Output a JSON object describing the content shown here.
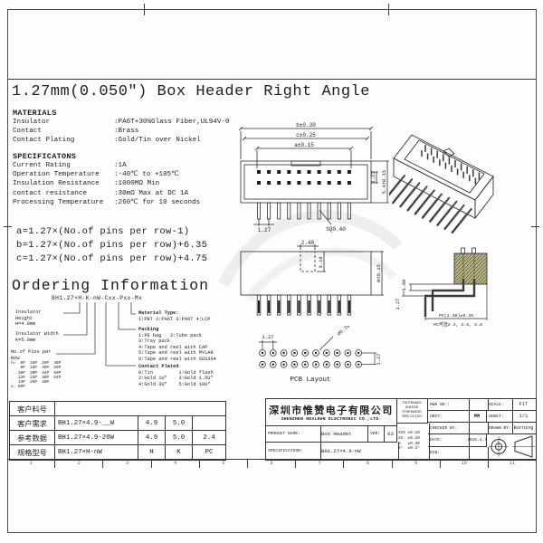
{
  "sheet": {
    "title": "1.27mm(0.050″) Box Header Right Angle"
  },
  "materials": {
    "heading": "MATERIALS",
    "rows": [
      {
        "label": "Insulator",
        "value": ":PA6T+30%Glass Fiber,UL94V-0"
      },
      {
        "label": "Contact",
        "value": ":Brass"
      },
      {
        "label": "Contact Plating",
        "value": ":Gold/Tin over Nickel"
      }
    ]
  },
  "specifications": {
    "heading": "SPECIFICATONS",
    "rows": [
      {
        "label": "Current Rating",
        "value": ":1A"
      },
      {
        "label": "Operation Temperature",
        "value": ":-40℃ to +105℃"
      },
      {
        "label": "Insulation Resistance",
        "value": ":1000MΩ Min"
      },
      {
        "label": "contact resistance",
        "value": ":30mΩ Max at DC 1A"
      },
      {
        "label": "Processing Temperature",
        "value": ":260℃ for 10 seconds"
      }
    ]
  },
  "formulas": {
    "a": "a=1.27×(No.of pins per row-1)",
    "b": "b=1.27×(No.of pins per row)+6.35",
    "c": "c=1.27×(No.of pins per row)+4.75"
  },
  "ordering": {
    "heading": "Ordering Information",
    "part_code": "BH1.27×H-K-nW-Cxx-Pxx-Mx",
    "height_label": "Insulator Height",
    "height_value": "H=4.9mm",
    "width_label": "Insulator Width",
    "width_value": "K=5.0mm",
    "pins_label": "No.of Pins per Row",
    "pins_lines": [
      "n=  6P  16P  26P  40P",
      "    8P  18P  30P  50P",
      "   10P  20P  34P  60P",
      "   12P  24P  36P  64P",
      "   14P  26P  40P",
      "x: 80P"
    ],
    "material_type_heading": "Material Type:",
    "material_type_options": "1:PBT 2:PA6T 3:PA9T 4:LCP",
    "packing_heading": "Packing",
    "packing_options": [
      "1:PE bag   2:Tube pack",
      "3:Tray pack",
      "4:Tape and reel with CAP",
      "5:Tape and reel with MYLAR",
      "6:Tape and reel with SUS304"
    ],
    "plating_heading": "Contact Plated",
    "plating_options": [
      "0:Tin         1:Gold flash",
      "2:Gold 1U\"    3:Gold 1.5U\"",
      "4:Gold 3U\"    5:Gold 10U\""
    ]
  },
  "drawing": {
    "front": {
      "dim_b": "b±0.30",
      "dim_c": "c±0.25",
      "dim_a": "a±0.15",
      "dim_pitch": "1.27",
      "dim_pin": "SQ0.40",
      "dim_row": "1.27",
      "dim_height": "5.4±0.15"
    },
    "top": {
      "dim_slot_w": "2.40",
      "dim_slot_h": "3.18",
      "dim_height": "H±0.15"
    },
    "section": {
      "dim_top": "1.00",
      "dim_bottom": "1.27",
      "dim_pc": "PC(2.40)±0.25",
      "dim_pc_options": "PC可选2.4, 2.6, 2.8"
    },
    "pcb": {
      "dim_pitch": "1.27",
      "dim_hole": "∅0.70",
      "dim_row": "1.27",
      "caption": "PCB Layout"
    }
  },
  "customer_table": {
    "rows": [
      {
        "label": "客户料号",
        "part": "",
        "c1": "",
        "c2": "",
        "c3": ""
      },
      {
        "label": "客户需求",
        "part": "BH1.27×4.9-__W",
        "c1": "4.9",
        "c2": "5.0",
        "c3": ""
      },
      {
        "label": "参考数据",
        "part": "BH1.27×4.9-20W",
        "c1": "4.9",
        "c2": "5.0",
        "c3": "2.4"
      },
      {
        "label": "规格型号",
        "part": "BH1.27×H-nW",
        "c1": "H",
        "c2": "K",
        "c3": "PC"
      }
    ]
  },
  "title_block": {
    "company_cn": "深圳市惟赞电子有限公司",
    "company_en": "SHENZHEN REALRUN ELECTRONIC CO.,LTD.",
    "product_label": "PRODUCT NAME:",
    "product": "Box Header",
    "ver_label": "VER:",
    "ver": "03",
    "spec_label": "SPECIFICATION:",
    "spec": "BH1.27×4.9-nW",
    "tol_heading": "TOLERANCE UNLESS OTHERWISE SPECIFIED",
    "tol_lines": [
      "XXX ±0.10",
      "XX  ±0.20",
      "X   ±0.30",
      "X°  ±0.3°"
    ],
    "dwg_label": "DWG NO.:",
    "dwg": "",
    "scale_label": "SCALE:",
    "scale": "FIT",
    "unit_label": "UNIT:",
    "unit": "MM",
    "sheet_label": "SHEET:",
    "sheet": "1/1",
    "checked_label": "CHECKED BY:",
    "checked": "",
    "drawn_label": "DRAWN BY:",
    "drawn": "Burning",
    "date_label": "DATE:",
    "date": "2015.4.7",
    "ecn_label": "ECN:",
    "ecn": ""
  },
  "zones": [
    "1",
    "2",
    "3",
    "4",
    "5",
    "6",
    "7",
    "8",
    "9",
    "10",
    "11"
  ]
}
